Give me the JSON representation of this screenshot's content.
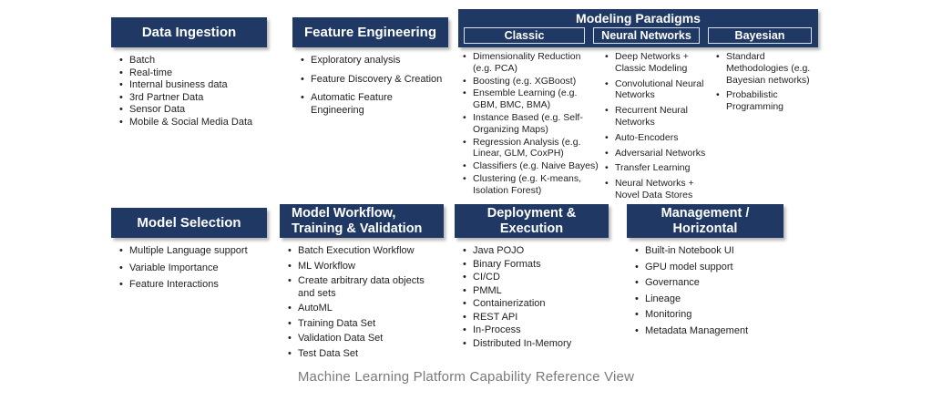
{
  "caption": "Machine Learning Platform Capability Reference View",
  "colors": {
    "header_bg": "#1f3864",
    "header_text": "#ffffff",
    "body_text": "#1f1f1f",
    "caption_text": "#7a7a7a",
    "subheader_border": "#d9e2f0"
  },
  "boxes": {
    "data_ingestion": {
      "title": "Data Ingestion",
      "items": [
        "Batch",
        "Real-time",
        "Internal business data",
        "3rd Partner Data",
        "Sensor Data",
        "Mobile & Social Media Data"
      ]
    },
    "feature_engineering": {
      "title": "Feature Engineering",
      "items": [
        "Exploratory analysis",
        "Feature Discovery & Creation",
        "Automatic Feature Engineering"
      ]
    },
    "modeling_paradigms": {
      "title": "Modeling Paradigms",
      "columns": [
        {
          "title": "Classic",
          "items": [
            "Dimensionality Reduction (e.g. PCA)",
            "Boosting (e.g. XGBoost)",
            "Ensemble Learning (e.g. GBM, BMC, BMA)",
            "Instance Based (e.g. Self-Organizing Maps)",
            "Regression Analysis (e.g. Linear, GLM, CoxPH)",
            "Classifiers (e.g. Naive Bayes)",
            "Clustering (e.g. K-means, Isolation Forest)"
          ]
        },
        {
          "title": "Neural Networks",
          "items": [
            "Deep Networks + Classic Modeling",
            "Convolutional Neural Networks",
            "Recurrent Neural Networks",
            "Auto-Encoders",
            "Adversarial Networks",
            "Transfer Learning",
            "Neural Networks + Novel Data Stores"
          ]
        },
        {
          "title": "Bayesian",
          "items": [
            "Standard Methodologies (e.g. Bayesian networks)",
            "Probabilistic Programming"
          ]
        }
      ]
    },
    "model_selection": {
      "title": "Model Selection",
      "items": [
        "Multiple Language support",
        "Variable Importance",
        "Feature Interactions"
      ]
    },
    "model_workflow": {
      "title_line1": "Model Workflow,",
      "title_line2": "Training & Validation",
      "items": [
        "Batch Execution Workflow",
        "ML Workflow",
        "Create arbitrary data objects and sets",
        "AutoML",
        "Training Data Set",
        "Validation Data Set",
        "Test Data Set"
      ]
    },
    "deployment": {
      "title_line1": "Deployment &",
      "title_line2": "Execution",
      "items": [
        "Java POJO",
        "Binary Formats",
        "CI/CD",
        "PMML",
        "Containerization",
        "REST API",
        "In-Process",
        "Distributed In-Memory"
      ]
    },
    "management": {
      "title_line1": "Management /",
      "title_line2": "Horizontal",
      "items": [
        "Built-in Notebook UI",
        "GPU model support",
        "Governance",
        "Lineage",
        "Monitoring",
        "Metadata Management"
      ]
    }
  }
}
